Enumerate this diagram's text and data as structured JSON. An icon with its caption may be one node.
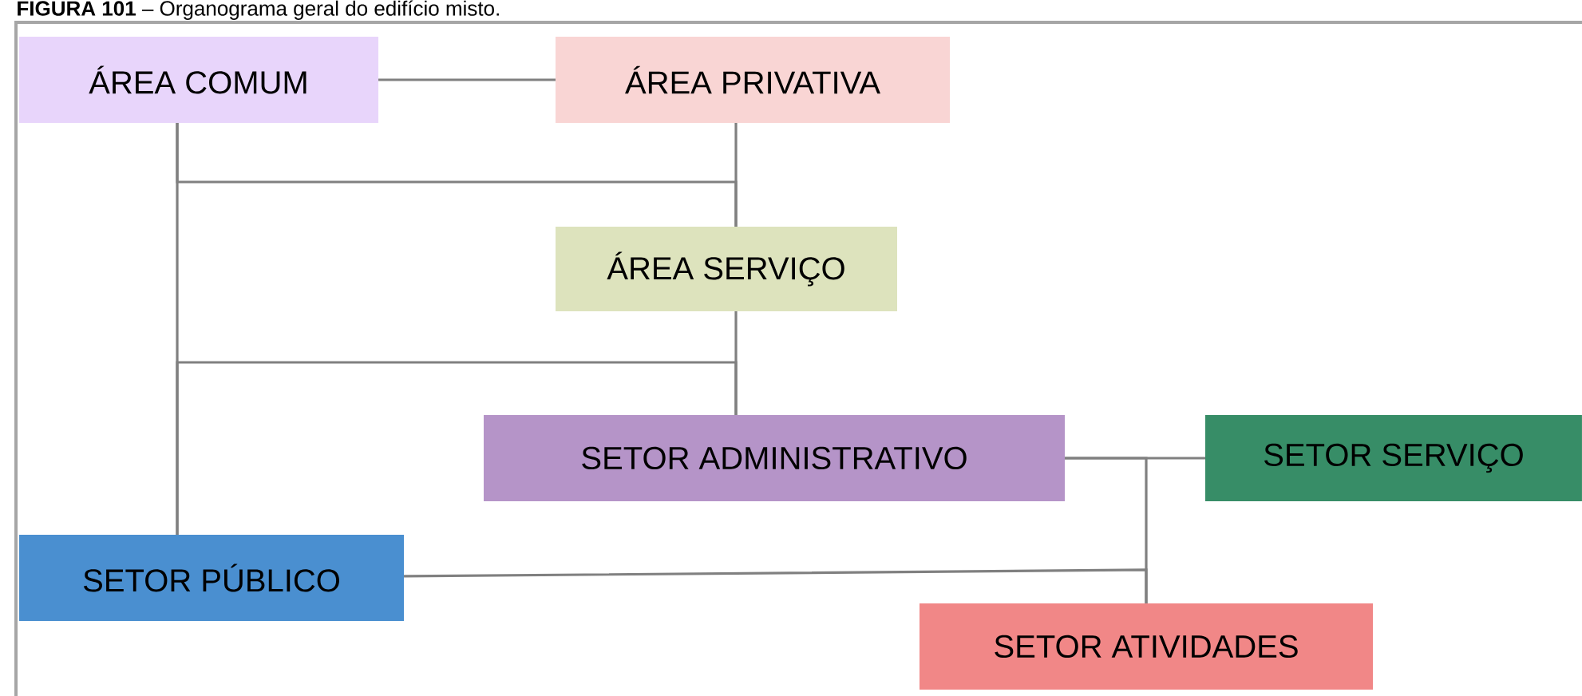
{
  "diagram": {
    "title": "**FIGURA 101** – Organograma geral do edifício misto.",
    "nodes": [
      {
        "text": [
          "ÁREA COMUM"
        ]
      },
      {
        "text": [
          "ÁREA PRIVATIVA"
        ]
      },
      {
        "text": [
          "ÁREA SERVIÇO"
        ]
      },
      {
        "text": [
          "SETOR ADMINISTRATIVO"
        ]
      },
      {
        "text": [
          "SETOR SERVIÇO"
        ]
      },
      {
        "text": [
          "SETOR PÚBLICO"
        ]
      },
      {
        "text": [
          "SETOR ATIVIDADES"
        ]
      }
    ],
    "edges": [
      {
        "from": 0,
        "to": 1,
        "arrow": "none"
      },
      {
        "from": 1,
        "to": 2,
        "arrow": "none"
      },
      {
        "from": 0,
        "to": 2,
        "arrow": "none"
      },
      {
        "from": 0,
        "to": 5,
        "arrow": "none"
      },
      {
        "from": 2,
        "to": 3,
        "arrow": "none"
      },
      {
        "from": 5,
        "to": 3,
        "arrow": "none"
      },
      {
        "from": 3,
        "to": 4,
        "arrow": "none"
      },
      {
        "from": 3,
        "to": 6,
        "arrow": "none"
      },
      {
        "from": 5,
        "to": 6,
        "arrow": "none"
      }
    ]
  }
}
